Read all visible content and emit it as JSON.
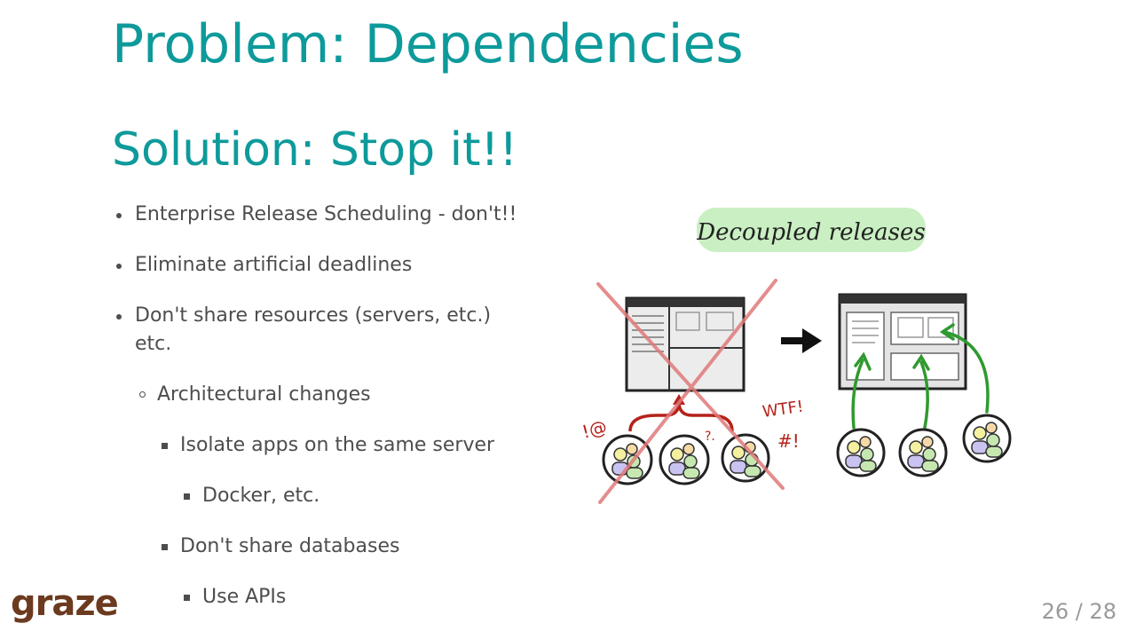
{
  "slide": {
    "title": "Problem: Dependencies",
    "subtitle": "Solution: Stop it!!",
    "bullets": [
      "Enterprise Release Scheduling - don't!!",
      "Eliminate artificial deadlines",
      "Don't share resources (servers, etc.)",
      "etc.",
      "Architectural changes",
      "Isolate apps on the same server",
      "Docker, etc.",
      "Don't share databases",
      "Use APIs"
    ],
    "illustration": {
      "caption": "Decoupled releases",
      "exclaim_left": "!@",
      "exclaim_right_top": "WTF!",
      "exclaim_right_bottom": "#!",
      "question": "?."
    },
    "logo": "graze",
    "page_number": "26 / 28"
  },
  "colors": {
    "title": "#0e9a9b",
    "text": "#4d4d4d",
    "logo": "#6b3a1f",
    "cross": "#e07a7a",
    "arrow_red": "#b5221a",
    "arrow_green": "#2f9a2f",
    "caption_bg": "#c9efc2"
  }
}
